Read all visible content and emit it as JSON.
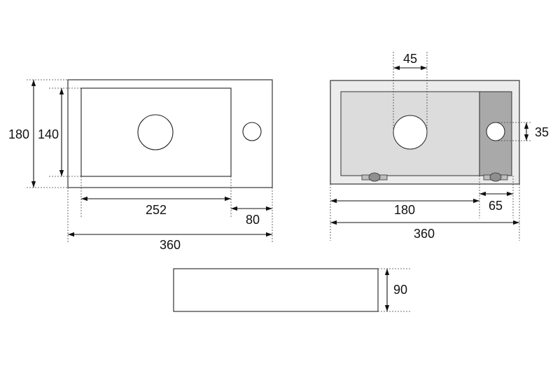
{
  "dimensions": {
    "top_view": {
      "height_outer": "180",
      "height_basin": "140",
      "basin_length": "252",
      "side_width": "80",
      "total_length": "360"
    },
    "front_view": {
      "drain_diameter": "45",
      "tap_hole": "35",
      "offset": "180",
      "side_section": "65",
      "total_length": "360"
    },
    "side_view": {
      "depth": "90"
    }
  },
  "colors": {
    "outline": "#222222",
    "basin_fill": "#dcdcdc",
    "side_fill": "#a9a9a9",
    "frame_fill": "#ececec"
  }
}
